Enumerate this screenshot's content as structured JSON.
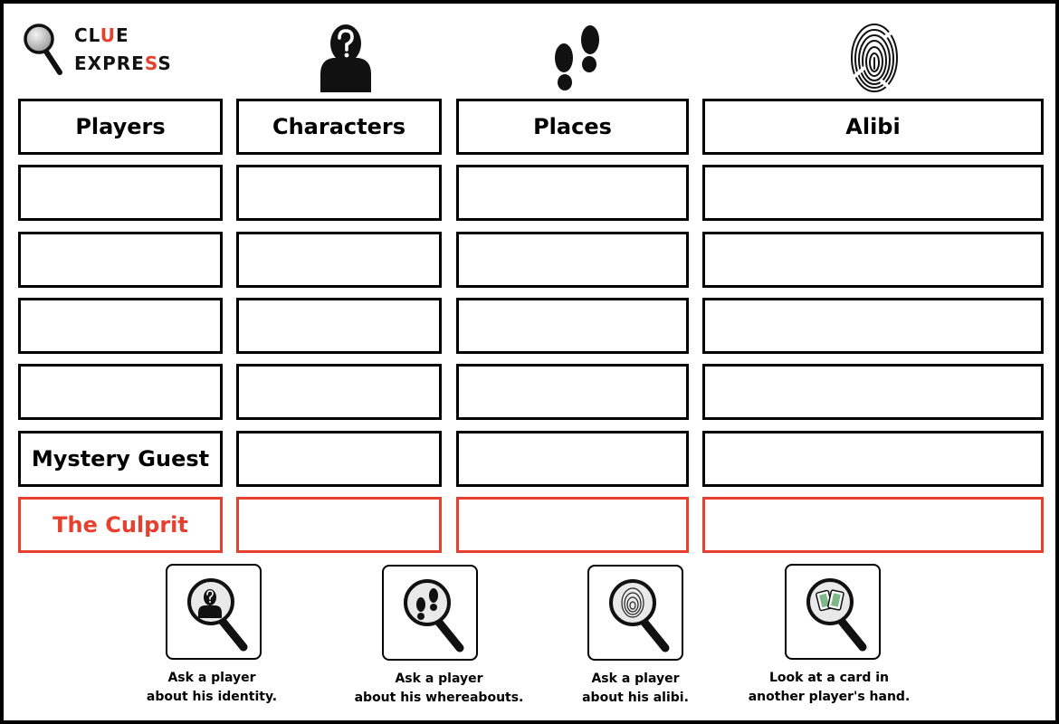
{
  "logo": {
    "line1_a": "CL",
    "line1_b": "U",
    "line1_c": "E",
    "line2_a": "EXPRE",
    "line2_b": "S",
    "line2_c": "S",
    "accent_color": "#e8402e"
  },
  "columns": {
    "players": {
      "header": "Players",
      "icon": ""
    },
    "characters": {
      "header": "Characters",
      "icon": "silhouette-question-icon"
    },
    "places": {
      "header": "Places",
      "icon": "footprints-icon"
    },
    "alibi": {
      "header": "Alibi",
      "icon": "fingerprint-icon"
    }
  },
  "rows": {
    "mystery_guest_label": "Mystery Guest",
    "culprit_label": "The Culprit",
    "culprit_color": "#e8402e"
  },
  "actions": [
    {
      "icon": "magnifier-identity-icon",
      "line1": "Ask a player",
      "line2": "about his identity."
    },
    {
      "icon": "magnifier-footprints-icon",
      "line1": "Ask a player",
      "line2": "about his whereabouts."
    },
    {
      "icon": "magnifier-fingerprint-icon",
      "line1": "Ask a player",
      "line2": "about his alibi."
    },
    {
      "icon": "magnifier-cards-icon",
      "line1": "Look at a card in",
      "line2": "another player's hand."
    }
  ]
}
